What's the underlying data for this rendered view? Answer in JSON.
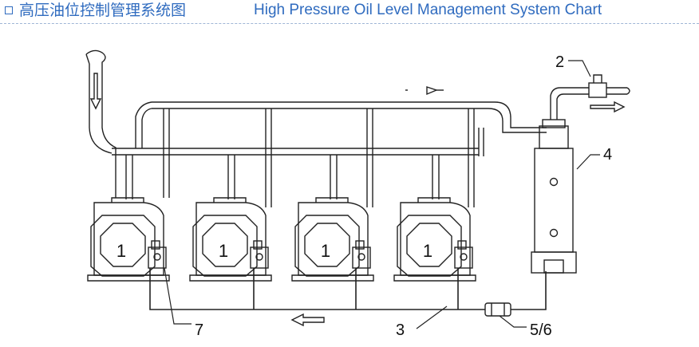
{
  "header": {
    "title_cn": "高压油位控制管理系统图",
    "title_en": "High Pressure Oil Level Management System Chart"
  },
  "diagram": {
    "compressors": [
      {
        "label": "1"
      },
      {
        "label": "1"
      },
      {
        "label": "1"
      },
      {
        "label": "1"
      }
    ],
    "callouts": {
      "valve": "2",
      "main_line": "3",
      "reservoir": "4",
      "filter": "5/6",
      "oil_regulator": "7"
    }
  }
}
